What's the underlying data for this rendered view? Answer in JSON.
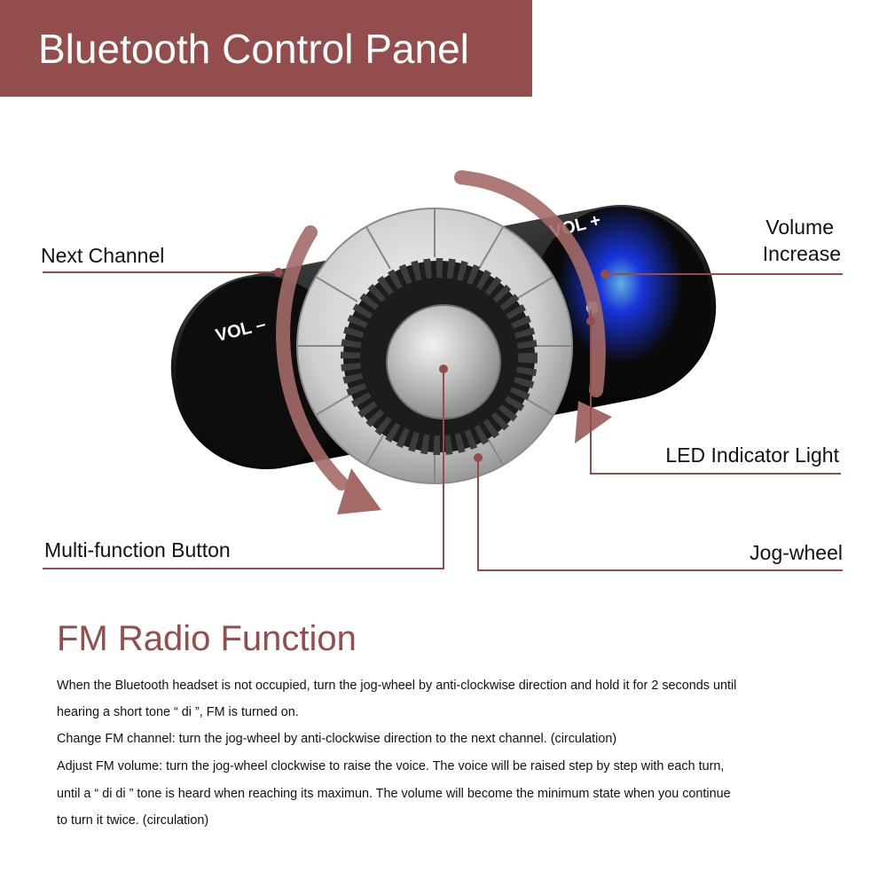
{
  "header": {
    "title": "Bluetooth Control Panel"
  },
  "device": {
    "vol_minus_label": "VOL –",
    "vol_plus_label": "VOL +"
  },
  "callouts": {
    "next_channel": "Next Channel",
    "volume_increase_line1": "Volume",
    "volume_increase_line2": "Increase",
    "led_indicator": "LED Indicator Light",
    "multi_function": "Multi-function Button",
    "jog_wheel": "Jog-wheel"
  },
  "fm": {
    "title": "FM Radio Function",
    "lines": [
      "When the Bluetooth headset is not occupied,  turn the jog-wheel by anti-clockwise direction and hold it for 2 seconds until",
      "hearing a short tone “ di ”, FM is turned on.",
      "Change FM channel: turn the jog-wheel by anti-clockwise direction to the next channel. (circulation)",
      "Adjust FM volume: turn the jog-wheel clockwise to raise the voice. The voice will be raised step by step with each turn,",
      "until  a “ di di ” tone is heard when reaching its maximun. The volume will become the minimum state when you continue",
      "to turn it twice. (circulation)"
    ]
  },
  "colors": {
    "accent": "#934d4c",
    "led": "#1a3cff",
    "device_body": "#151515",
    "wheel_silver": "#d6d6d6"
  }
}
